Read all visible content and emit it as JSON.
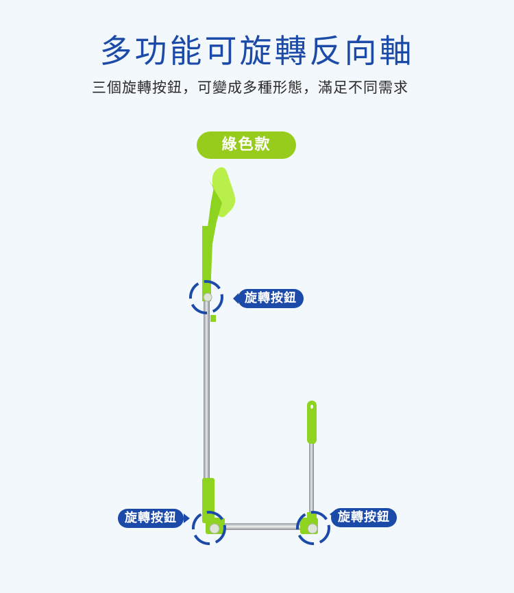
{
  "header": {
    "title": "多功能可旋轉反向軸",
    "subtitle": "三個旋轉按鈕，可變成多種形態，滿足不同需求"
  },
  "variant_badge": {
    "label": "綠色款",
    "color": "#97cb1c"
  },
  "callouts": [
    {
      "label": "旋轉按鈕",
      "position": "upper-joint"
    },
    {
      "label": "旋轉按鈕",
      "position": "lower-left-joint"
    },
    {
      "label": "旋轉按鈕",
      "position": "lower-right-joint"
    }
  ],
  "colors": {
    "accent_blue": "#1c4aa8",
    "product_green": "#8fd321",
    "background": "#f2f8fb"
  }
}
